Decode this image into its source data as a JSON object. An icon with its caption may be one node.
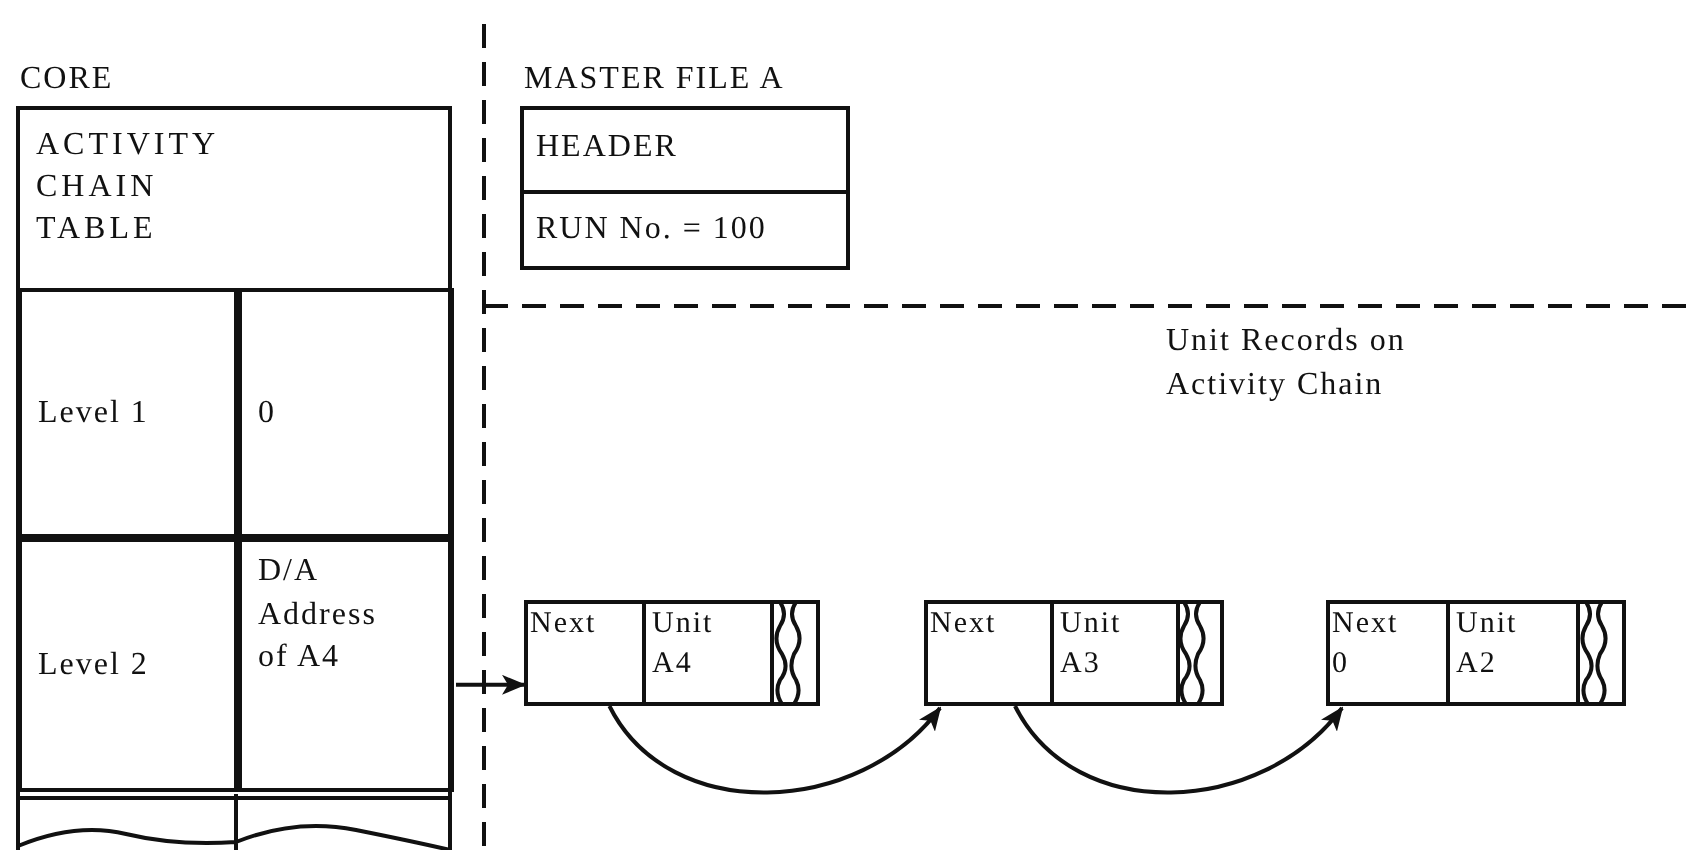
{
  "diagram": {
    "nodes": [
      {
        "text": [
          "CORE",
          "ACTIVITY CHAIN TABLE"
        ]
      },
      {
        "text": [
          "Level 1"
        ],
        "in": 0
      },
      {
        "text": [
          "0"
        ],
        "in": 0
      },
      {
        "text": [
          "Level 2"
        ],
        "in": 0
      },
      {
        "text": [
          "D/A Address of A4"
        ],
        "in": 0
      },
      {
        "text": [
          "MASTER FILE A"
        ]
      },
      {
        "text": [
          "HEADER"
        ],
        "in": 5
      },
      {
        "text": [
          "RUN No. = 100"
        ],
        "in": 5
      },
      {
        "text": [],
        "shape": "box"
      },
      {
        "text": [
          "Next"
        ],
        "in": 8
      },
      {
        "text": [
          "Unit A4"
        ],
        "in": 8
      },
      {
        "text": [],
        "shape": "box"
      },
      {
        "text": [
          "Next"
        ],
        "in": 11
      },
      {
        "text": [
          "Unit A3"
        ],
        "in": 11
      },
      {
        "text": [],
        "shape": "box"
      },
      {
        "text": [
          "Next 0"
        ],
        "in": 14
      },
      {
        "text": [
          "Unit A2"
        ],
        "in": 14
      }
    ],
    "edges": [
      {
        "from": 4,
        "to": 9,
        "arrow": "to"
      },
      {
        "from": 9,
        "to": 12,
        "arrow": "to"
      },
      {
        "from": 12,
        "to": 15,
        "arrow": "to"
      }
    ],
    "labels": [
      "Unit Records on Activity Chain"
    ]
  }
}
